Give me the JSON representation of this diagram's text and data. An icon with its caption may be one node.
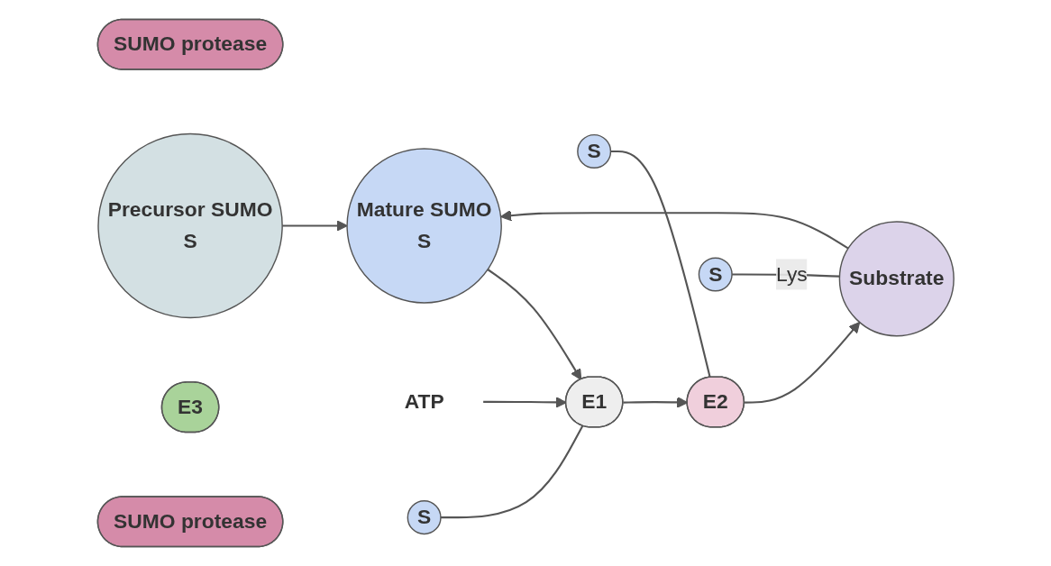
{
  "diagram": {
    "nodes": [
      {
        "text": [
          "SUMO protease"
        ]
      },
      {
        "text": [
          "Precursor SUMO",
          "S"
        ]
      },
      {
        "text": [
          "Mature SUMO",
          "S"
        ]
      },
      {
        "text": [
          "ATP"
        ]
      },
      {
        "text": [
          "S"
        ]
      },
      {
        "text": [
          "S"
        ]
      },
      {
        "text": [
          "E1"
        ]
      },
      {
        "text": [
          "E2"
        ]
      },
      {
        "text": [
          "E3"
        ]
      },
      {
        "text": [
          "S"
        ]
      },
      {
        "text": [
          "Substrate"
        ]
      },
      {
        "text": [
          "SUMO protease"
        ]
      }
    ],
    "edges": [
      {
        "from": 1,
        "to": 2,
        "arrow": "to"
      },
      {
        "from": 2,
        "to": 6,
        "arrow": "to"
      },
      {
        "from": 3,
        "to": 6,
        "arrow": "to"
      },
      {
        "from": 4,
        "to": 6,
        "arrow": "none"
      },
      {
        "from": 5,
        "to": 7,
        "arrow": "none"
      },
      {
        "from": 6,
        "to": 7,
        "arrow": "to"
      },
      {
        "from": 7,
        "to": 10,
        "arrow": "to"
      },
      {
        "from": 9,
        "to": 10,
        "arrow": "none",
        "label": "Lys"
      },
      {
        "from": 10,
        "to": 2,
        "arrow": "to"
      }
    ]
  }
}
